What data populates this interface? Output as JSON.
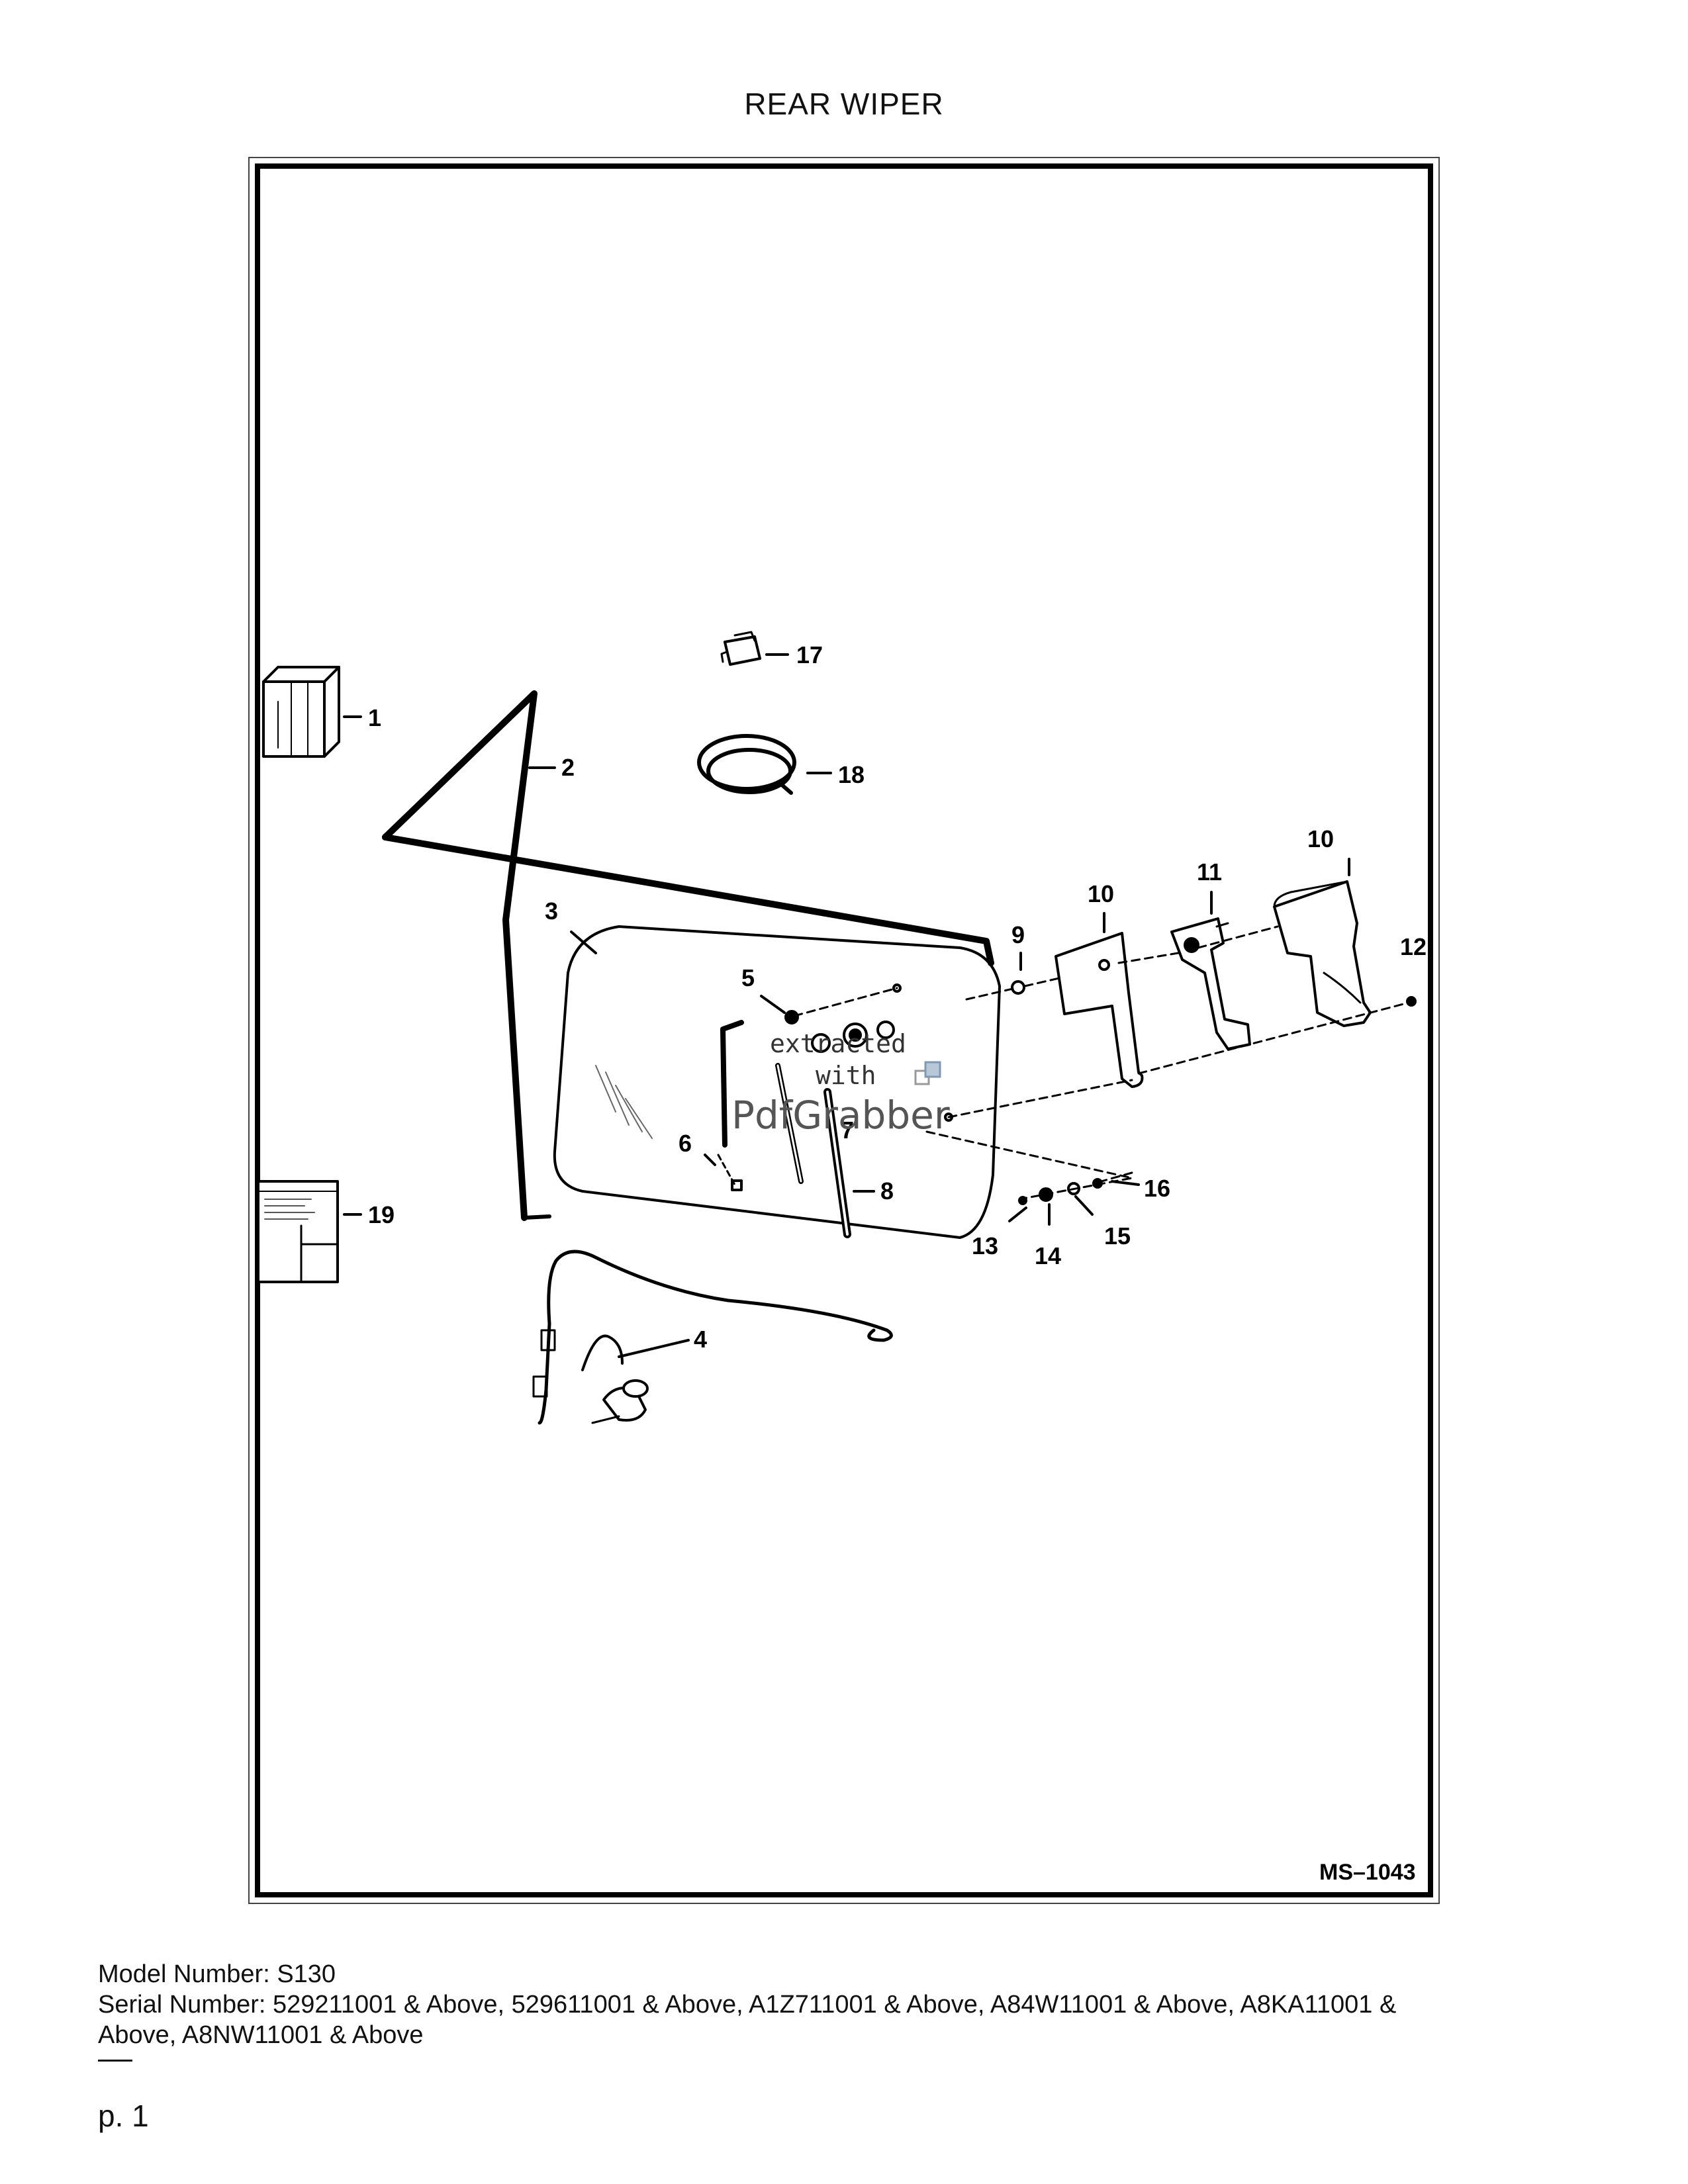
{
  "page": {
    "title": "REAR WIPER"
  },
  "diagram": {
    "drawing_id": "MS–1043",
    "callouts": {
      "c1": "1",
      "c2": "2",
      "c3": "3",
      "c4": "4",
      "c5": "5",
      "c6": "6",
      "c7": "7",
      "c8": "8",
      "c9": "9",
      "c10a": "10",
      "c10b": "10",
      "c11": "11",
      "c12": "12",
      "c13": "13",
      "c14": "14",
      "c15": "15",
      "c16": "16",
      "c17": "17",
      "c18": "18",
      "c19": "19"
    },
    "watermark": {
      "line1": "extracted",
      "line2": "with",
      "brand": "PdfGrabber"
    }
  },
  "footer": {
    "model_line": "Model Number: S130",
    "serial_line1": "Serial Number: 529211001 & Above, 529611001 & Above, A1Z711001 & Above, A84W11001 & Above, A8KA11001 &",
    "serial_line2": "Above, A8NW11001 & Above",
    "page_number": "p. 1"
  }
}
